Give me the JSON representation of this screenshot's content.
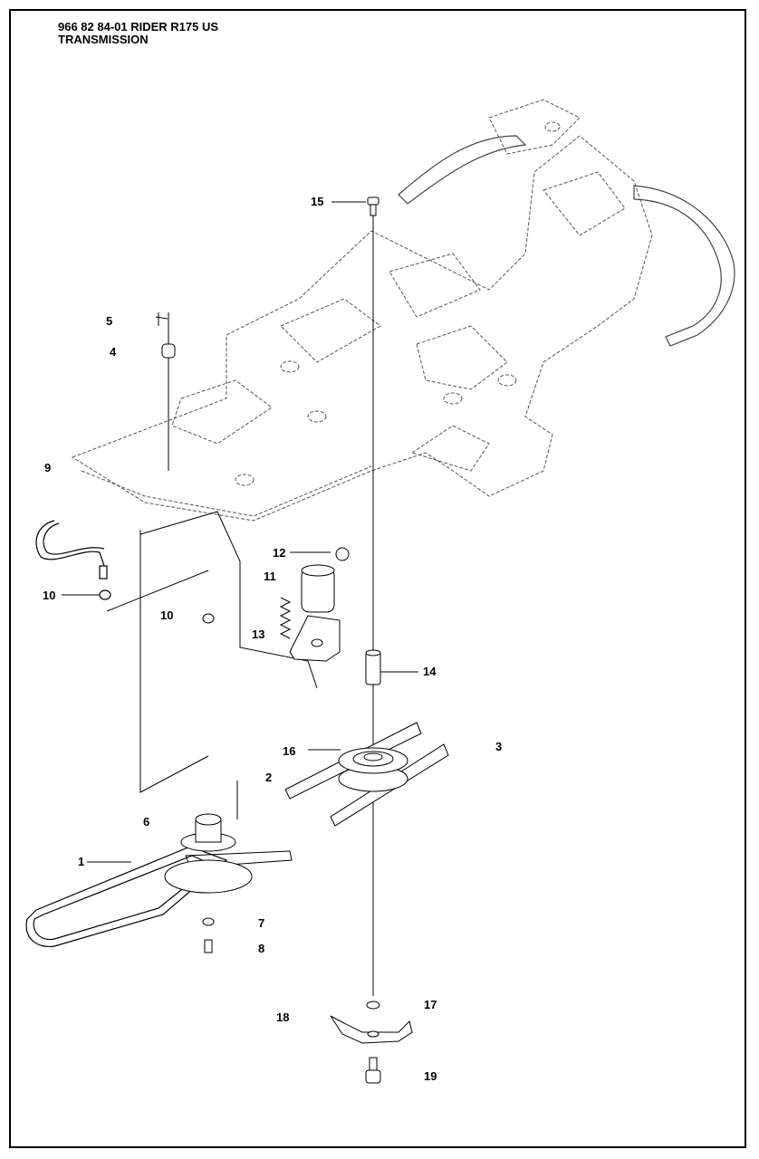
{
  "header": {
    "line1": "966 82 84-01 RIDER R175 US",
    "line2": "TRANSMISSION"
  },
  "callouts": [
    {
      "id": "c15",
      "text": "15"
    },
    {
      "id": "c5",
      "text": "5"
    },
    {
      "id": "c4",
      "text": "4"
    },
    {
      "id": "c9",
      "text": "9"
    },
    {
      "id": "c12",
      "text": "12"
    },
    {
      "id": "c11",
      "text": "11"
    },
    {
      "id": "c10a",
      "text": "10"
    },
    {
      "id": "c10b",
      "text": "10"
    },
    {
      "id": "c13",
      "text": "13"
    },
    {
      "id": "c14",
      "text": "14"
    },
    {
      "id": "c16",
      "text": "16"
    },
    {
      "id": "c3",
      "text": "3"
    },
    {
      "id": "c2",
      "text": "2"
    },
    {
      "id": "c6",
      "text": "6"
    },
    {
      "id": "c1",
      "text": "1"
    },
    {
      "id": "c7",
      "text": "7"
    },
    {
      "id": "c8",
      "text": "8"
    },
    {
      "id": "c17",
      "text": "17"
    },
    {
      "id": "c18",
      "text": "18"
    },
    {
      "id": "c19",
      "text": "19"
    }
  ]
}
